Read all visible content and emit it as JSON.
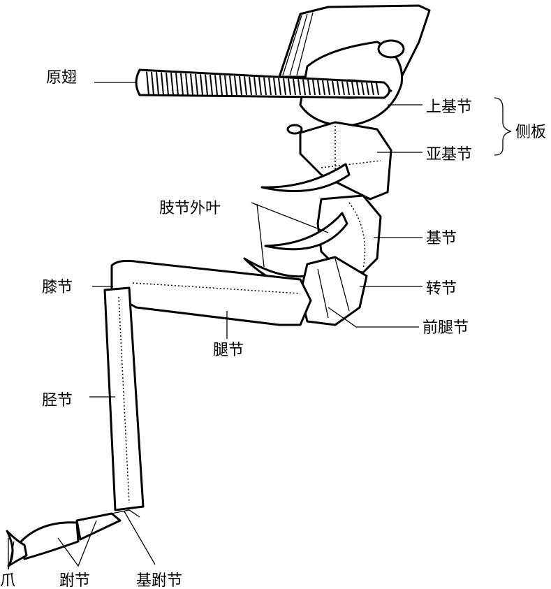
{
  "title": "昆虫胸足结构",
  "labels": {
    "protowing": "原翅",
    "epicoxa": "上基节",
    "pleuron": "侧板",
    "subcoxa": "亚基节",
    "exites": "肢节外叶",
    "coxa": "基节",
    "genu": "膝节",
    "trochanter": "转节",
    "prefemur": "前腿节",
    "femur": "腿节",
    "tibia": "胫节",
    "claw": "爪",
    "tarsus": "跗节",
    "basitarsus": "基跗节"
  }
}
